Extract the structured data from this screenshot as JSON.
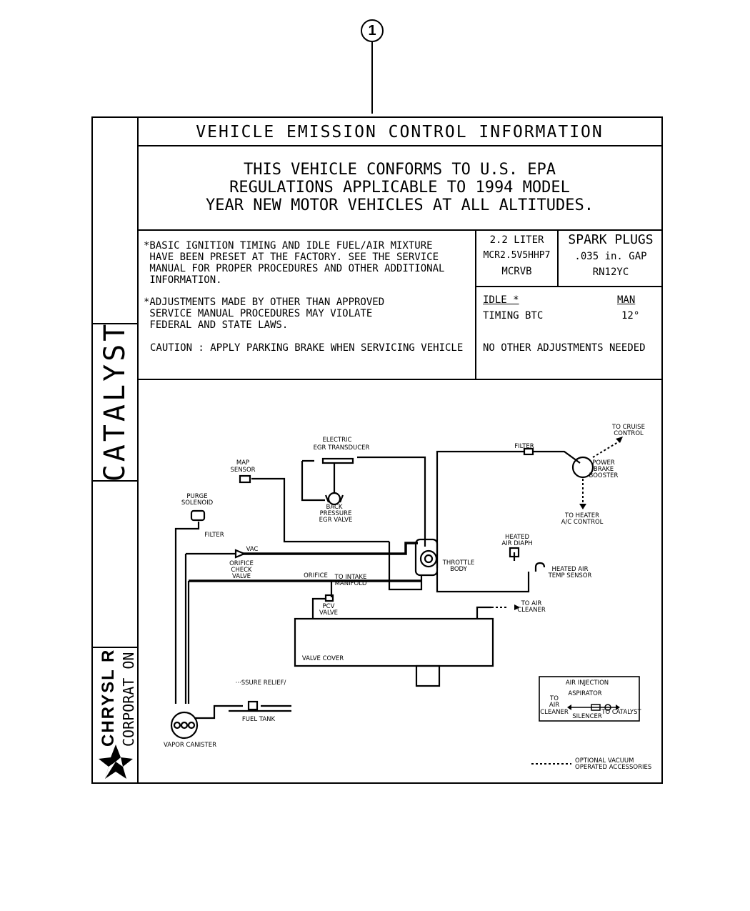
{
  "callout": "1",
  "title": "VEHICLE EMISSION CONTROL INFORMATION",
  "conformance": [
    "THIS VEHICLE CONFORMS TO U.S. EPA",
    "REGULATIONS APPLICABLE TO 1994 MODEL",
    "YEAR NEW MOTOR VEHICLES AT ALL ALTITUDES."
  ],
  "notes": {
    "preset": [
      "*BASIC IGNITION TIMING AND IDLE FUEL/AIR MIXTURE",
      " HAVE BEEN PRESET AT THE FACTORY. SEE THE SERVICE",
      " MANUAL FOR PROPER PROCEDURES AND OTHER ADDITIONAL",
      " INFORMATION."
    ],
    "adjustments": [
      "*ADJUSTMENTS MADE BY OTHER THAN APPROVED",
      " SERVICE MANUAL PROCEDURES MAY VIOLATE",
      " FEDERAL AND STATE LAWS."
    ],
    "caution": "CAUTION : APPLY PARKING BRAKE WHEN SERVICING VEHICLE"
  },
  "engine": {
    "displacement": "2.2 LITER",
    "family": "MCR2.5V5HHP7",
    "code": "MCRVB"
  },
  "spark_plugs": {
    "heading": "SPARK PLUGS",
    "gap": ".035 in. GAP",
    "part": "RN12YC"
  },
  "idle": {
    "heading": "IDLE *",
    "trans_heading": "MAN",
    "timing_label": "TIMING BTC",
    "timing_value": "12°",
    "footer": "NO OTHER ADJUSTMENTS NEEDED"
  },
  "side": {
    "catalyst": "CATALYST",
    "brand": "CHRYSL R",
    "corp": "CORPORAT ON"
  },
  "diagram": {
    "electric_egr": [
      "ELECTRIC",
      "EGR TRANSDUCER"
    ],
    "map_sensor": [
      "MAP",
      "SENSOR"
    ],
    "back_pressure": [
      "BACK",
      "PRESSURE",
      "EGR VALVE"
    ],
    "purge_solenoid": [
      "PURGE",
      "SOLENOID"
    ],
    "filter_left": "FILTER",
    "vac": "VAC",
    "orifice_check": [
      "ORIFICE",
      "CHECK",
      "VALVE"
    ],
    "orifice": "ORIFICE",
    "to_intake": [
      "TO INTAKE",
      "MANIFOLD"
    ],
    "pcv": [
      "PCV",
      "VALVE"
    ],
    "throttle": [
      "THROTTLE",
      "BODY"
    ],
    "filter_top": "FILTER",
    "cruise": [
      "TO CRUISE",
      "CONTROL"
    ],
    "booster": [
      "POWER",
      "BRAKE",
      "BOOSTER"
    ],
    "heater": [
      "TO HEATER",
      "A/C CONTROL"
    ],
    "heated_diaph": [
      "HEATED",
      "AIR DIAPH"
    ],
    "temp_sensor": [
      "HEATED AIR",
      "TEMP SENSOR"
    ],
    "to_cleaner": [
      "TO AIR",
      "CLEANER"
    ],
    "valve_cover": "VALVE COVER",
    "relief": "···SSURE RELIEF/",
    "fuel_tank": "FUEL TANK",
    "vapor_canister": "VAPOR CANISTER",
    "air_injection": "AIR INJECTION",
    "aspirator": "ASPIRATOR",
    "ai_to_cleaner": [
      "TO",
      "AIR",
      "CLEANER"
    ],
    "silencer": "SILENCER",
    "to_catalyst": "TO CATALYST",
    "optional": [
      "OPTIONAL VACUUM",
      "OPERATED ACCESSORIES"
    ]
  }
}
